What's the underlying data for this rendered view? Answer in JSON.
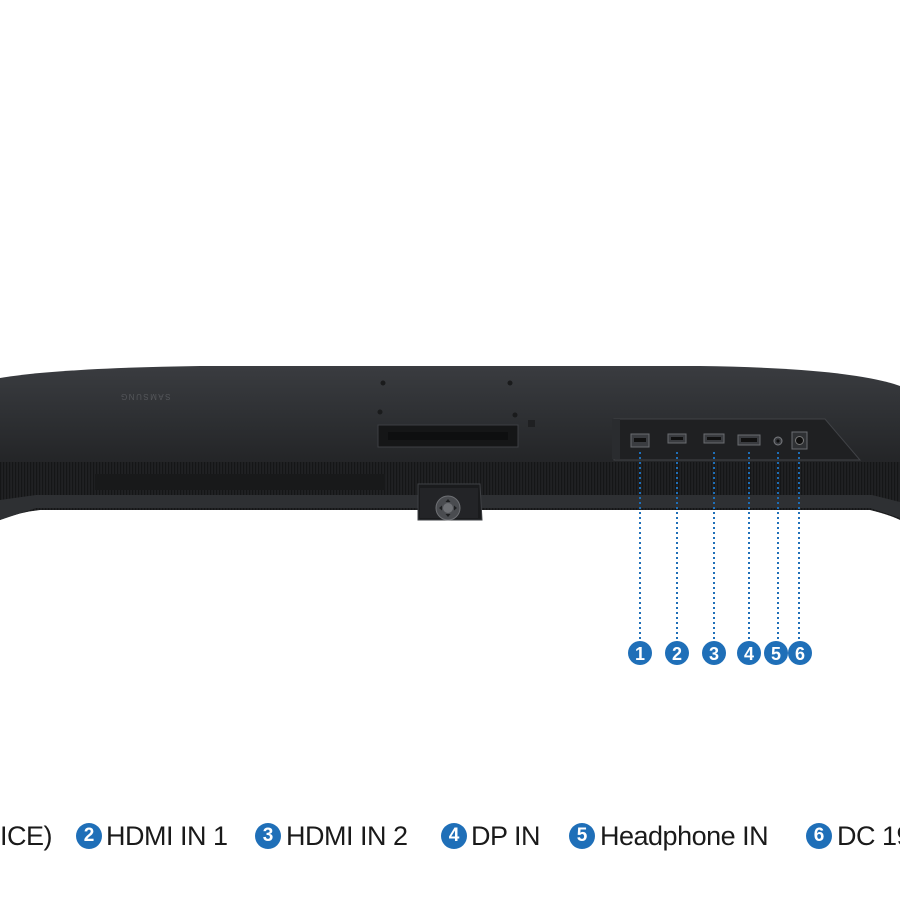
{
  "callouts": [
    {
      "number": "1",
      "color": "#1f6fb8"
    },
    {
      "number": "2",
      "color": "#1f6fb8"
    },
    {
      "number": "3",
      "color": "#1f6fb8"
    },
    {
      "number": "4",
      "color": "#1f6fb8"
    },
    {
      "number": "5",
      "color": "#1f6fb8"
    },
    {
      "number": "6",
      "color": "#1f6fb8"
    }
  ],
  "legend": {
    "partial_first": "ICE)",
    "items": [
      {
        "number": "2",
        "label": "HDMI IN 1"
      },
      {
        "number": "3",
        "label": "HDMI IN 2"
      },
      {
        "number": "4",
        "label": "DP IN"
      },
      {
        "number": "5",
        "label": "Headphone IN"
      },
      {
        "number": "6",
        "label": "DC 19"
      }
    ]
  },
  "brand": "SAMSUNG",
  "colors": {
    "body": "#2b2d30",
    "body_dark": "#1a1b1d",
    "accent": "#1f6fb8",
    "legend_text": "#1a1a1a"
  }
}
